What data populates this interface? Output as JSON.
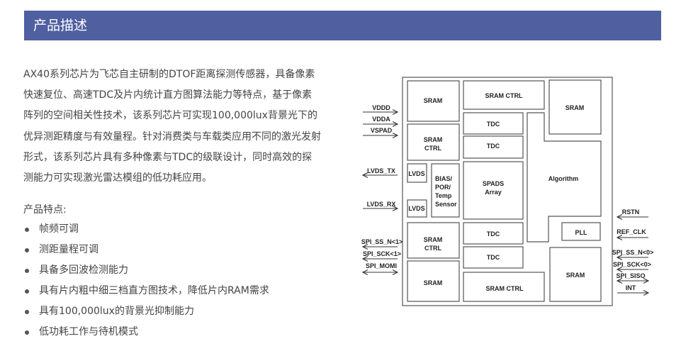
{
  "header": {
    "title": "产品描述"
  },
  "description": "AX40系列芯片为飞芯自主研制的DTOF距离探测传感器，具备像素快速复位、高速TDC及片内统计直方图算法能力等特点，基于像素阵列的空间相关性技术，该系列芯片可实现100,000lux背景光下的优异测距精度与有效量程。针对消费类与车载类应用不同的激光发射形式，该系列芯片具有多种像素与TDC的级联设计，同时高效的探测能力可实现激光雷达模组的低功耗应用。",
  "features_title": "产品特点:",
  "features": [
    "帧频可调",
    "测距量程可调",
    "具备多回波检测能力",
    "具有片内粗中细三档直方图技术，降低片内RAM需求",
    "具有100,000lux的背景光抑制能力",
    "低功耗工作与待机模式"
  ],
  "diagram": {
    "blocks": {
      "sram_tl": "SRAM",
      "sram_ctrl_top": "SRAM CTRL",
      "sram_tr": "SRAM",
      "tdc1": "TDC",
      "tdc2": "TDC",
      "sram_ctrl_l1a": "SRAM",
      "sram_ctrl_l1b": "CTRL",
      "lvds1": "LVDS",
      "lvds2": "LVDS",
      "bias1": "BIAS/",
      "bias2": "POR/",
      "bias3": "Temp",
      "bias4": "Sensor",
      "spads1": "SPADS",
      "spads2": "Array",
      "algorithm": "Algorithm",
      "pll": "PLL",
      "tdc3": "TDC",
      "tdc4": "TDC",
      "sram_ctrl_l2a": "SRAM",
      "sram_ctrl_l2b": "CTRL",
      "sram_bl": "SRAM",
      "sram_ctrl_bottom": "SRAM CTRL",
      "sram_br": "SRAM"
    },
    "left_signals": [
      "VDDD",
      "VDDA",
      "VSPAD",
      "LVDS_TX",
      "LVDS_RX",
      "SPI_SS_N<1>",
      "SPI_SCK<1>",
      "SPI_MOMI"
    ],
    "right_signals": [
      "RSTN",
      "REF_CLK",
      "SPI_SS_N<0>",
      "SPI_SCK<0>",
      "SPI_SISO",
      "INT"
    ]
  }
}
